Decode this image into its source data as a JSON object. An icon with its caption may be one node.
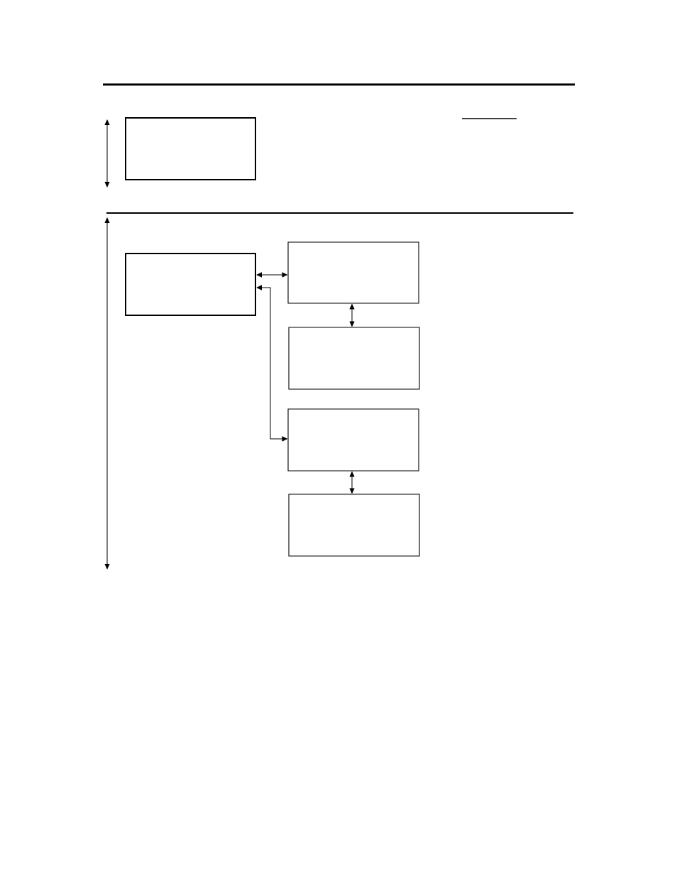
{
  "diagram": {
    "nodes": [
      {
        "text": [],
        "shape": "box"
      },
      {
        "text": [],
        "shape": "box"
      },
      {
        "text": [],
        "shape": "box"
      },
      {
        "text": [],
        "shape": "box"
      },
      {
        "text": [],
        "shape": "box"
      },
      {
        "text": [],
        "shape": "box"
      }
    ],
    "edges": [
      {
        "from": 1,
        "to": 2,
        "arrow": "both"
      },
      {
        "from": 2,
        "to": 3,
        "arrow": "both"
      },
      {
        "from": 1,
        "to": 4,
        "arrow": "both"
      },
      {
        "from": 4,
        "to": 5,
        "arrow": "both"
      }
    ]
  }
}
